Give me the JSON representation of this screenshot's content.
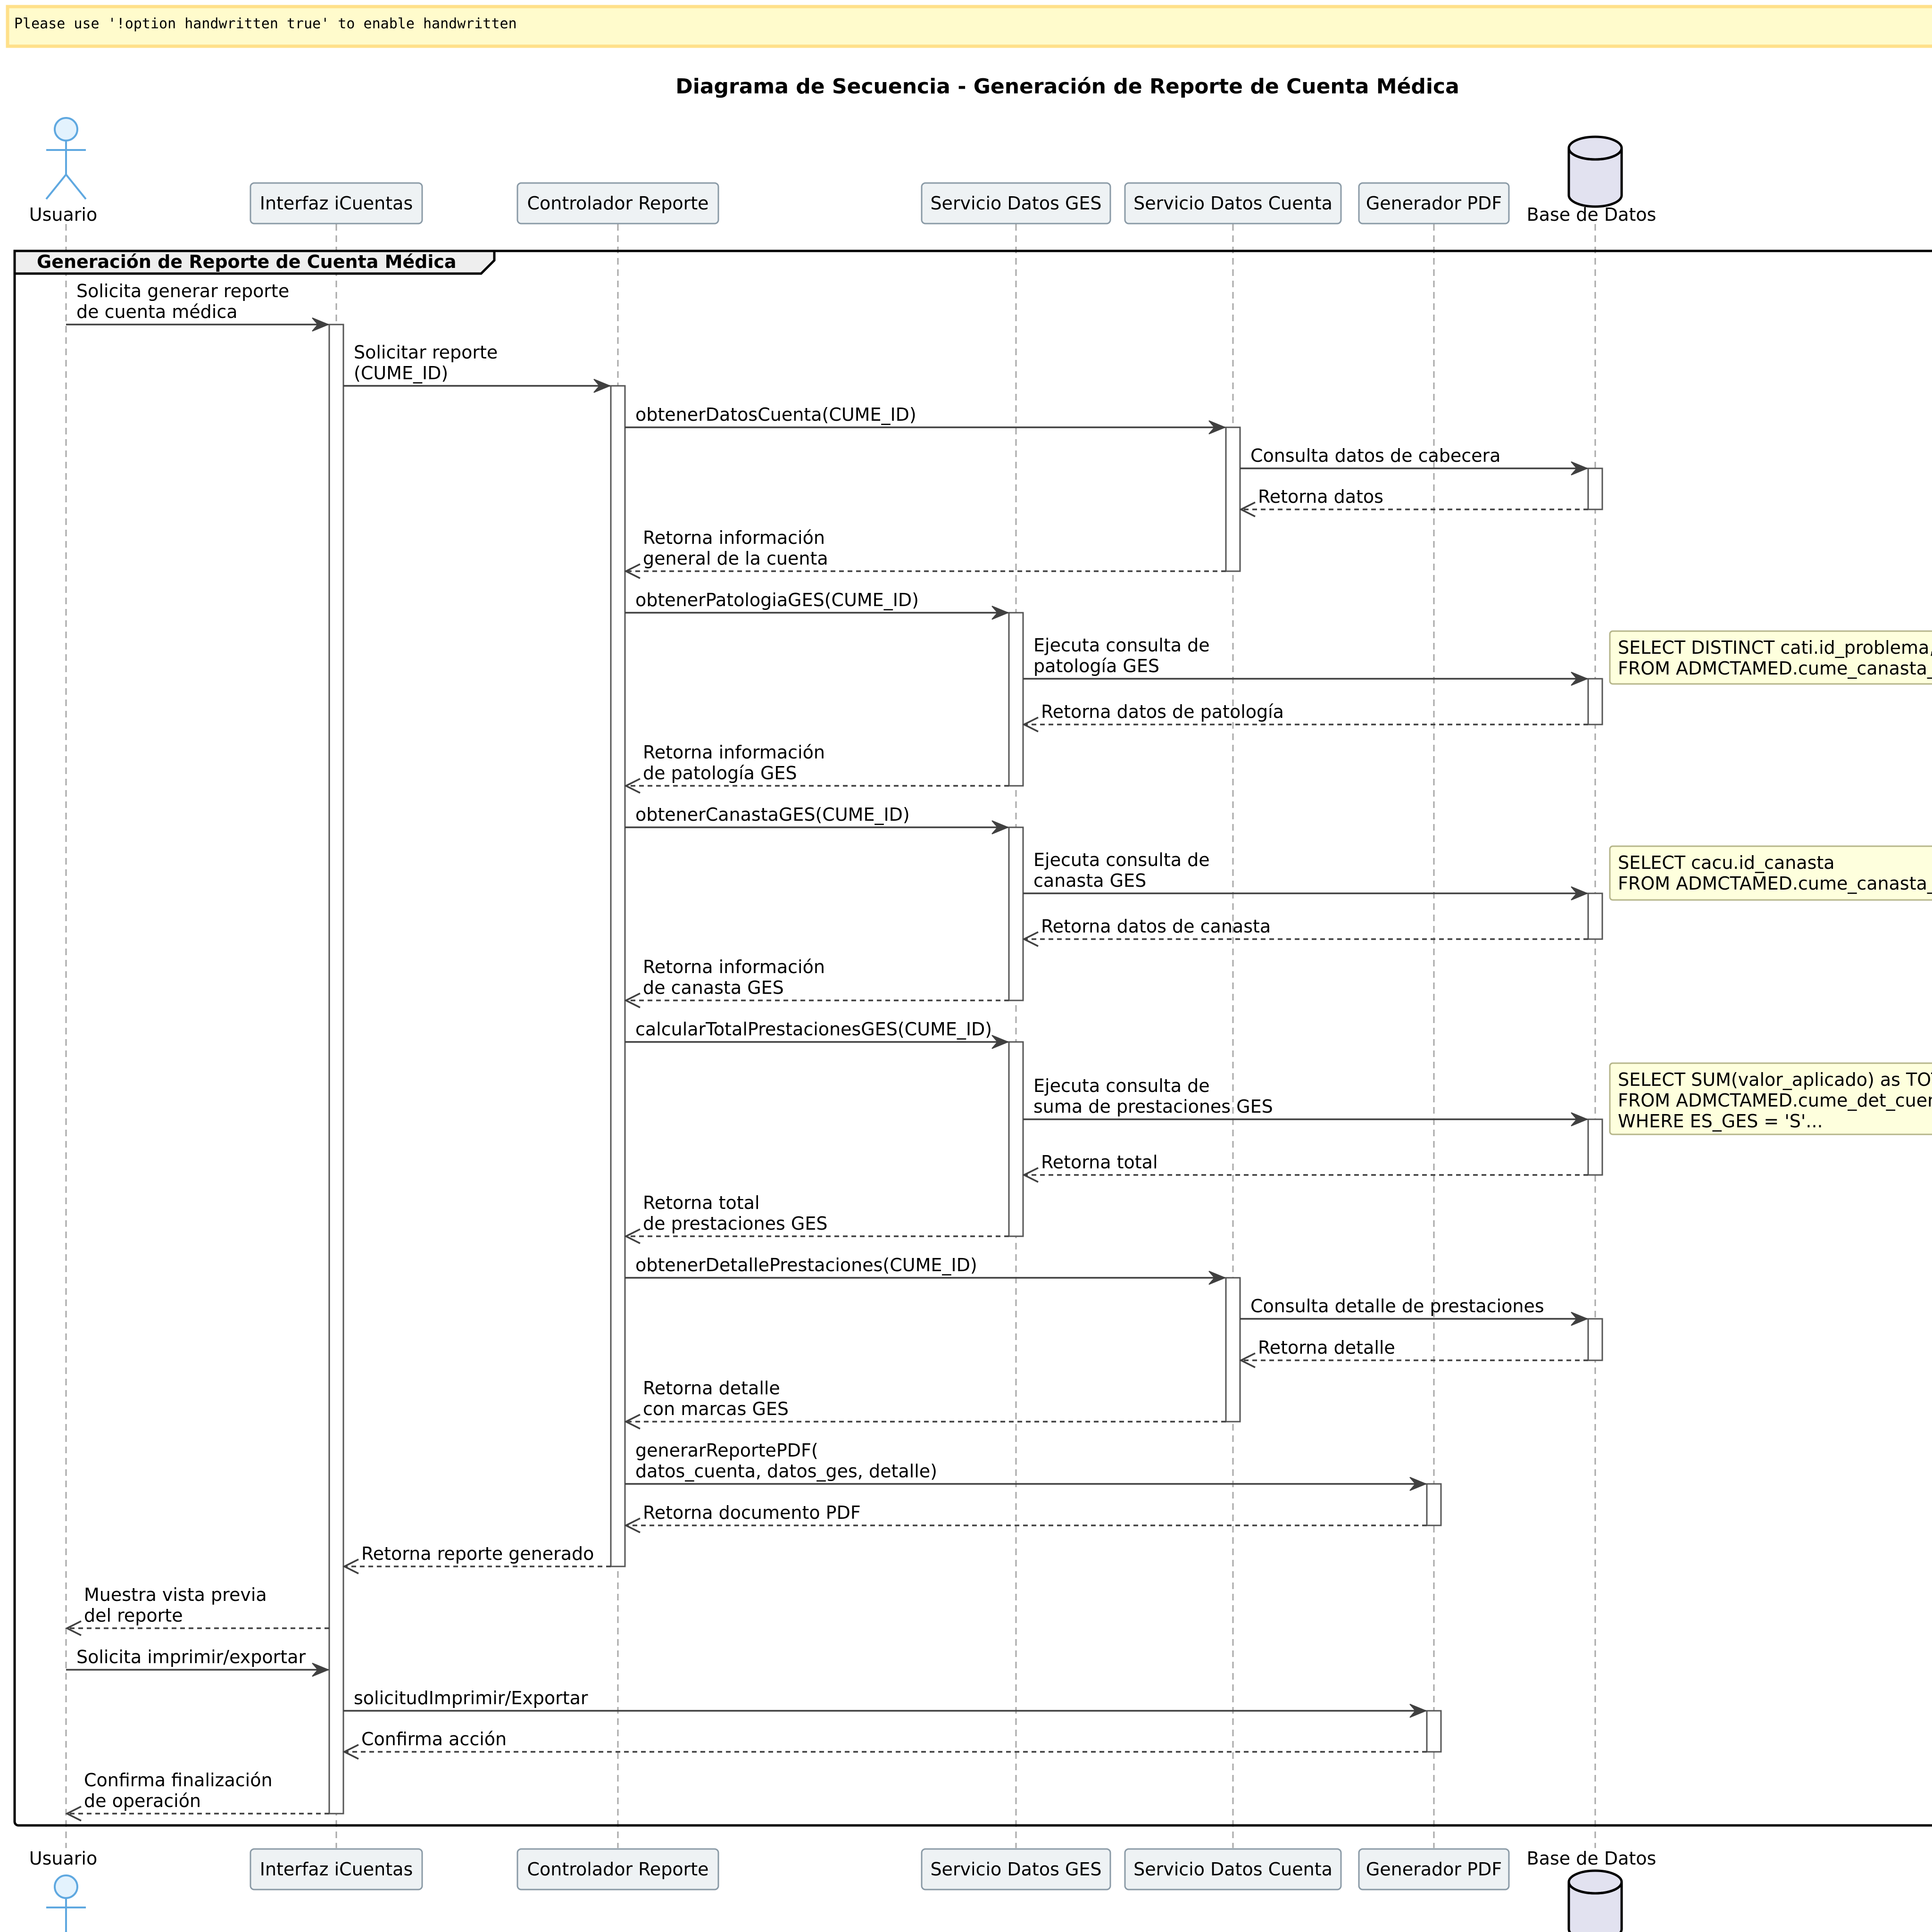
{
  "warning_banner": "Please use '!option handwritten true' to enable handwritten",
  "title": "Diagrama de Secuencia - Generación de Reporte de Cuenta Médica",
  "group_label": "Generación de Reporte de Cuenta Médica",
  "colors": {
    "banner_fill": "#FFFBCC",
    "banner_border": "#FFE08A",
    "participant_fill": "#EEF2F4",
    "participant_border": "#8A9AA6",
    "actor_stroke": "#5FA8E0",
    "actor_fill": "#E3F2FD",
    "database_fill": "#E2E2F0",
    "note_fill": "#FEFFDD",
    "note_border": "#B5B58A",
    "line": "#404040",
    "lifeline": "#A8A8A8"
  },
  "participants": [
    {
      "id": "usuario",
      "label": "Usuario",
      "kind": "actor",
      "icon": "actor-stick-figure"
    },
    {
      "id": "interfaz",
      "label": "Interfaz iCuentas",
      "kind": "participant"
    },
    {
      "id": "controlador",
      "label": "Controlador Reporte",
      "kind": "participant"
    },
    {
      "id": "ges",
      "label": "Servicio Datos GES",
      "kind": "participant"
    },
    {
      "id": "cuenta",
      "label": "Servicio Datos Cuenta",
      "kind": "participant"
    },
    {
      "id": "pdf",
      "label": "Generador PDF",
      "kind": "participant"
    },
    {
      "id": "bd",
      "label": "Base de Datos",
      "kind": "database",
      "icon": "database-cylinder"
    }
  ],
  "messages": [
    {
      "from": "usuario",
      "to": "interfaz",
      "lines": [
        "Solicita generar reporte",
        "de cuenta médica"
      ],
      "style": "sync"
    },
    {
      "from": "interfaz",
      "to": "controlador",
      "lines": [
        "Solicitar reporte",
        "(CUME_ID)"
      ],
      "style": "sync"
    },
    {
      "from": "controlador",
      "to": "cuenta",
      "lines": [
        "obtenerDatosCuenta(CUME_ID)"
      ],
      "style": "sync"
    },
    {
      "from": "cuenta",
      "to": "bd",
      "lines": [
        "Consulta datos de cabecera"
      ],
      "style": "sync"
    },
    {
      "from": "bd",
      "to": "cuenta",
      "lines": [
        "Retorna datos"
      ],
      "style": "return"
    },
    {
      "from": "cuenta",
      "to": "controlador",
      "lines": [
        "Retorna información",
        "general de la cuenta"
      ],
      "style": "return"
    },
    {
      "from": "controlador",
      "to": "ges",
      "lines": [
        "obtenerPatologiaGES(CUME_ID)"
      ],
      "style": "sync"
    },
    {
      "from": "ges",
      "to": "bd",
      "lines": [
        "Ejecuta consulta de",
        "patología GES"
      ],
      "style": "sync"
    },
    {
      "from": "bd",
      "to": "ges",
      "lines": [
        "Retorna datos de patología"
      ],
      "style": "return"
    },
    {
      "from": "ges",
      "to": "controlador",
      "lines": [
        "Retorna información",
        "de patología GES"
      ],
      "style": "return"
    },
    {
      "from": "controlador",
      "to": "ges",
      "lines": [
        "obtenerCanastaGES(CUME_ID)"
      ],
      "style": "sync"
    },
    {
      "from": "ges",
      "to": "bd",
      "lines": [
        "Ejecuta consulta de",
        "canasta GES"
      ],
      "style": "sync"
    },
    {
      "from": "bd",
      "to": "ges",
      "lines": [
        "Retorna datos de canasta"
      ],
      "style": "return"
    },
    {
      "from": "ges",
      "to": "controlador",
      "lines": [
        "Retorna información",
        "de canasta GES"
      ],
      "style": "return"
    },
    {
      "from": "controlador",
      "to": "ges",
      "lines": [
        "calcularTotalPrestacionesGES(CUME_ID)"
      ],
      "style": "sync"
    },
    {
      "from": "ges",
      "to": "bd",
      "lines": [
        "Ejecuta consulta de",
        "suma de prestaciones GES"
      ],
      "style": "sync"
    },
    {
      "from": "bd",
      "to": "ges",
      "lines": [
        "Retorna total"
      ],
      "style": "return"
    },
    {
      "from": "ges",
      "to": "controlador",
      "lines": [
        "Retorna total",
        "de prestaciones GES"
      ],
      "style": "return"
    },
    {
      "from": "controlador",
      "to": "cuenta",
      "lines": [
        "obtenerDetallePrestaciones(CUME_ID)"
      ],
      "style": "sync"
    },
    {
      "from": "cuenta",
      "to": "bd",
      "lines": [
        "Consulta detalle de prestaciones"
      ],
      "style": "sync"
    },
    {
      "from": "bd",
      "to": "cuenta",
      "lines": [
        "Retorna detalle"
      ],
      "style": "return"
    },
    {
      "from": "cuenta",
      "to": "controlador",
      "lines": [
        "Retorna detalle",
        "con marcas GES"
      ],
      "style": "return"
    },
    {
      "from": "controlador",
      "to": "pdf",
      "lines": [
        "generarReportePDF(",
        "datos_cuenta, datos_ges, detalle)"
      ],
      "style": "sync"
    },
    {
      "from": "pdf",
      "to": "controlador",
      "lines": [
        "Retorna documento PDF"
      ],
      "style": "return"
    },
    {
      "from": "controlador",
      "to": "interfaz",
      "lines": [
        "Retorna reporte generado"
      ],
      "style": "return"
    },
    {
      "from": "interfaz",
      "to": "usuario",
      "lines": [
        "Muestra vista previa",
        "del reporte"
      ],
      "style": "return"
    },
    {
      "from": "usuario",
      "to": "interfaz",
      "lines": [
        "Solicita imprimir/exportar"
      ],
      "style": "sync"
    },
    {
      "from": "interfaz",
      "to": "pdf",
      "lines": [
        "solicitudImprimir/Exportar"
      ],
      "style": "sync"
    },
    {
      "from": "pdf",
      "to": "interfaz",
      "lines": [
        "Confirma acción"
      ],
      "style": "return"
    },
    {
      "from": "interfaz",
      "to": "usuario",
      "lines": [
        "Confirma finalización",
        "de operación"
      ],
      "style": "return"
    }
  ],
  "notes": [
    {
      "lines": [
        "SELECT DISTINCT cati.id_problema,",
        "FROM ADMCTAMED.cume_canasta_"
      ]
    },
    {
      "lines": [
        "SELECT cacu.id_canasta",
        "FROM ADMCTAMED.cume_canasta_"
      ]
    },
    {
      "lines": [
        "SELECT SUM(valor_aplicado) as TOT",
        "FROM ADMCTAMED.cume_det_cuen",
        "WHERE ES_GES = 'S'..."
      ]
    }
  ]
}
